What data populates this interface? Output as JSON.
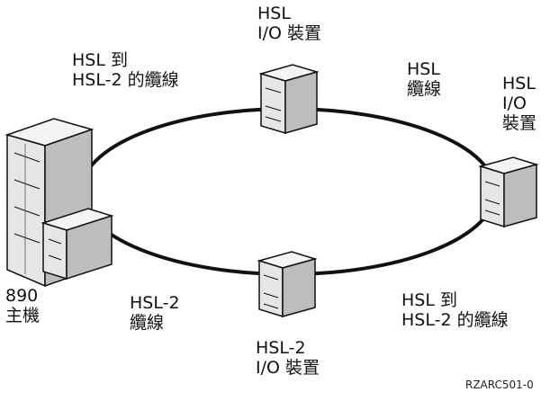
{
  "labels": {
    "top_io": [
      "HSL",
      "I/O 裝置"
    ],
    "left_cable": [
      "HSL 到",
      "HSL-2 的纜線"
    ],
    "top_right_cable": [
      "HSL",
      "纜線"
    ],
    "right_io": [
      "HSL",
      "I/O",
      "裝置"
    ],
    "host": [
      "890",
      "主機"
    ],
    "bottom_left_cable": [
      "HSL-2",
      "纜線"
    ],
    "bottom_right_cable": [
      "HSL 到",
      "HSL-2 的纜線"
    ],
    "bottom_io": [
      "HSL-2",
      "I/O 裝置"
    ]
  },
  "figure_id": "RZARC501-0",
  "colors": {
    "line": "#111111",
    "device_fill": "#e6e6e6",
    "device_side": "#bdbdbd",
    "device_top": "#f4f4f4"
  }
}
